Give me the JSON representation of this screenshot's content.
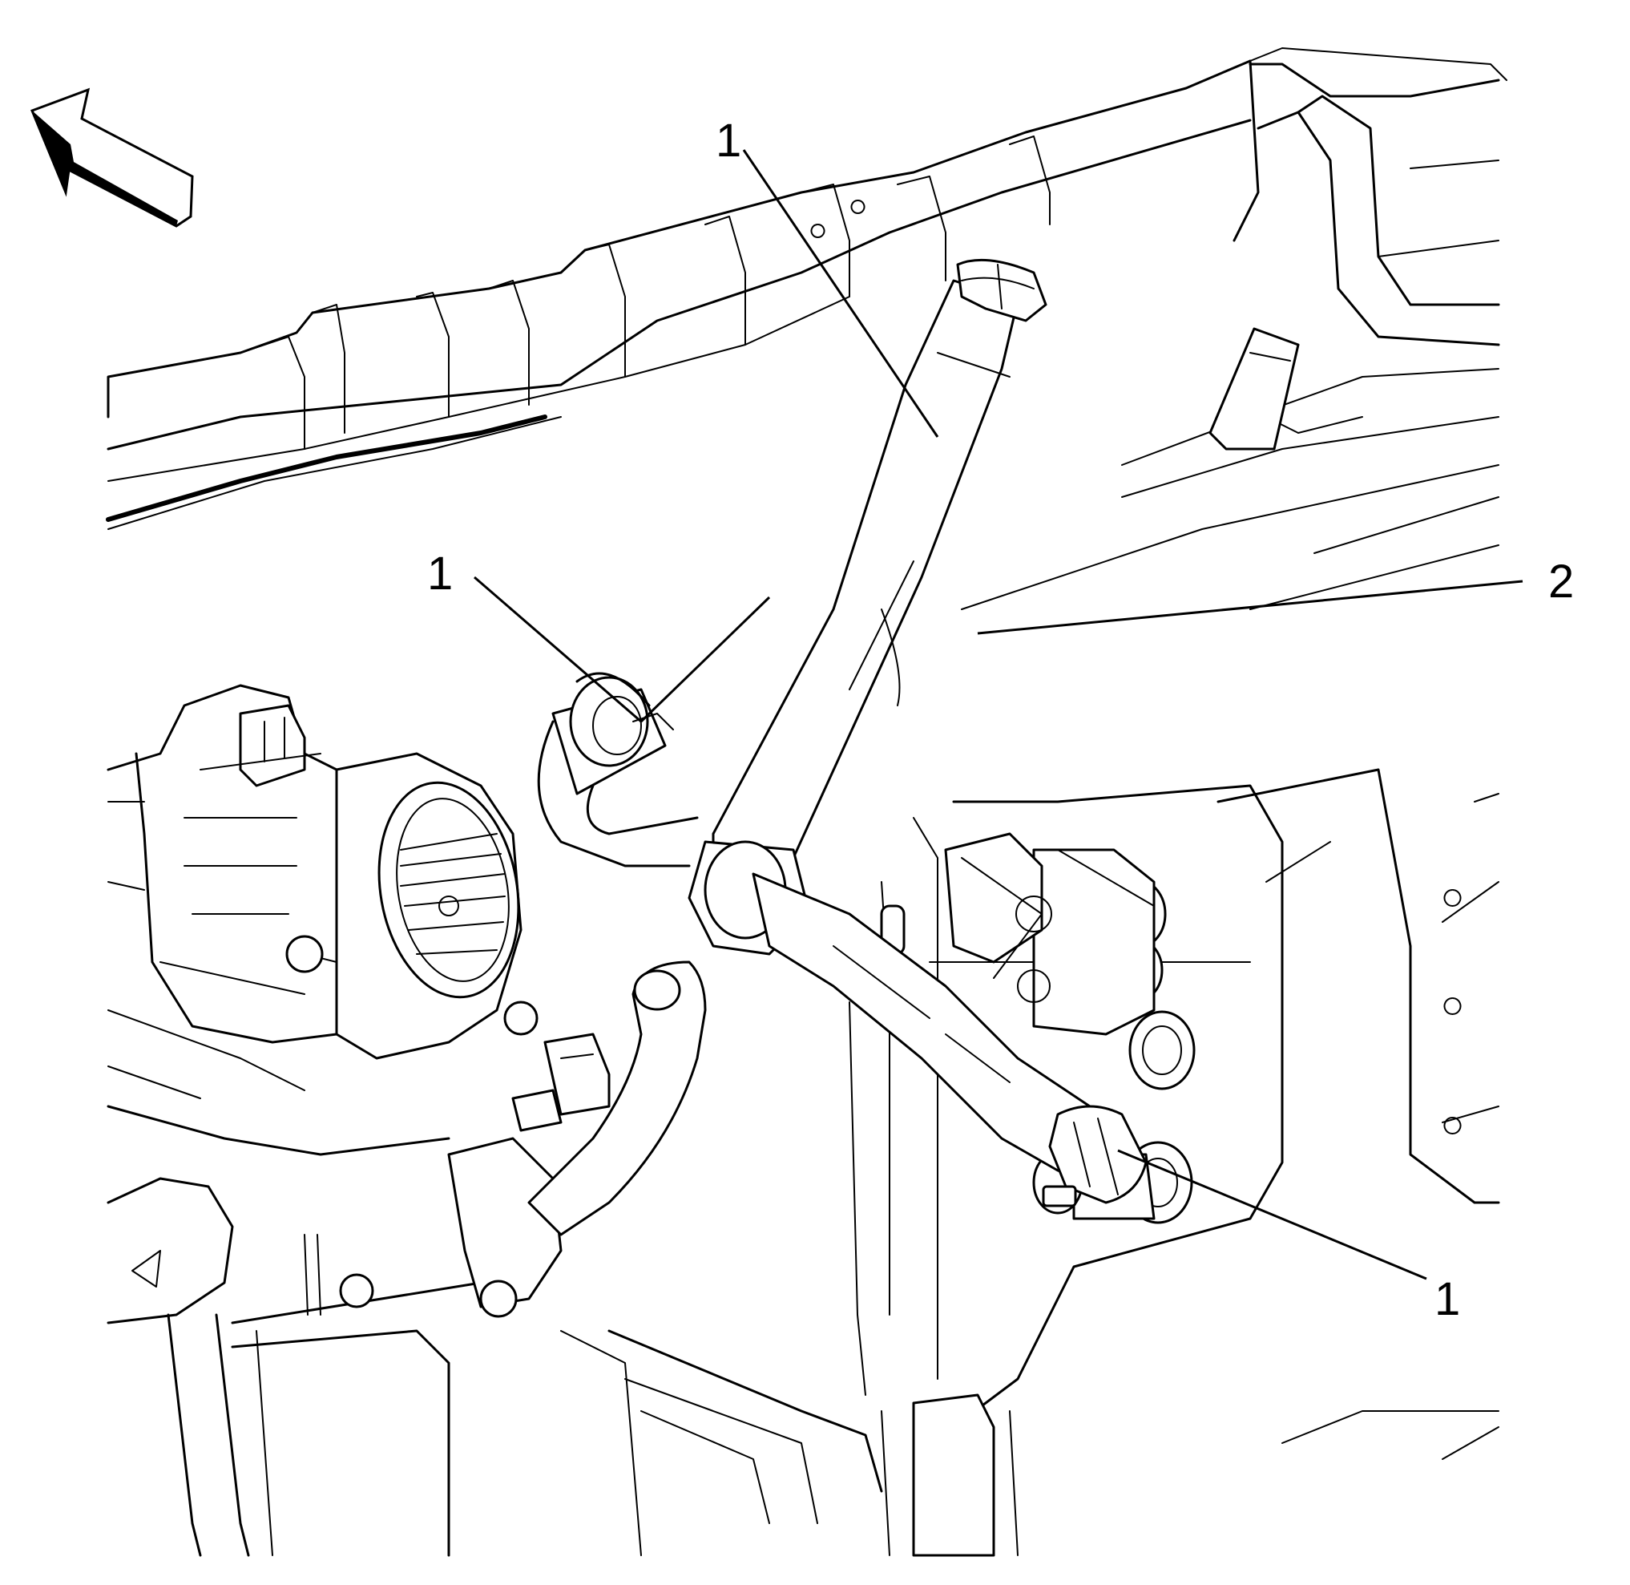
{
  "callouts": [
    {
      "id": "top",
      "label": "1"
    },
    {
      "id": "left",
      "label": "1"
    },
    {
      "id": "hose",
      "label": "2"
    },
    {
      "id": "bottom",
      "label": "1"
    }
  ]
}
